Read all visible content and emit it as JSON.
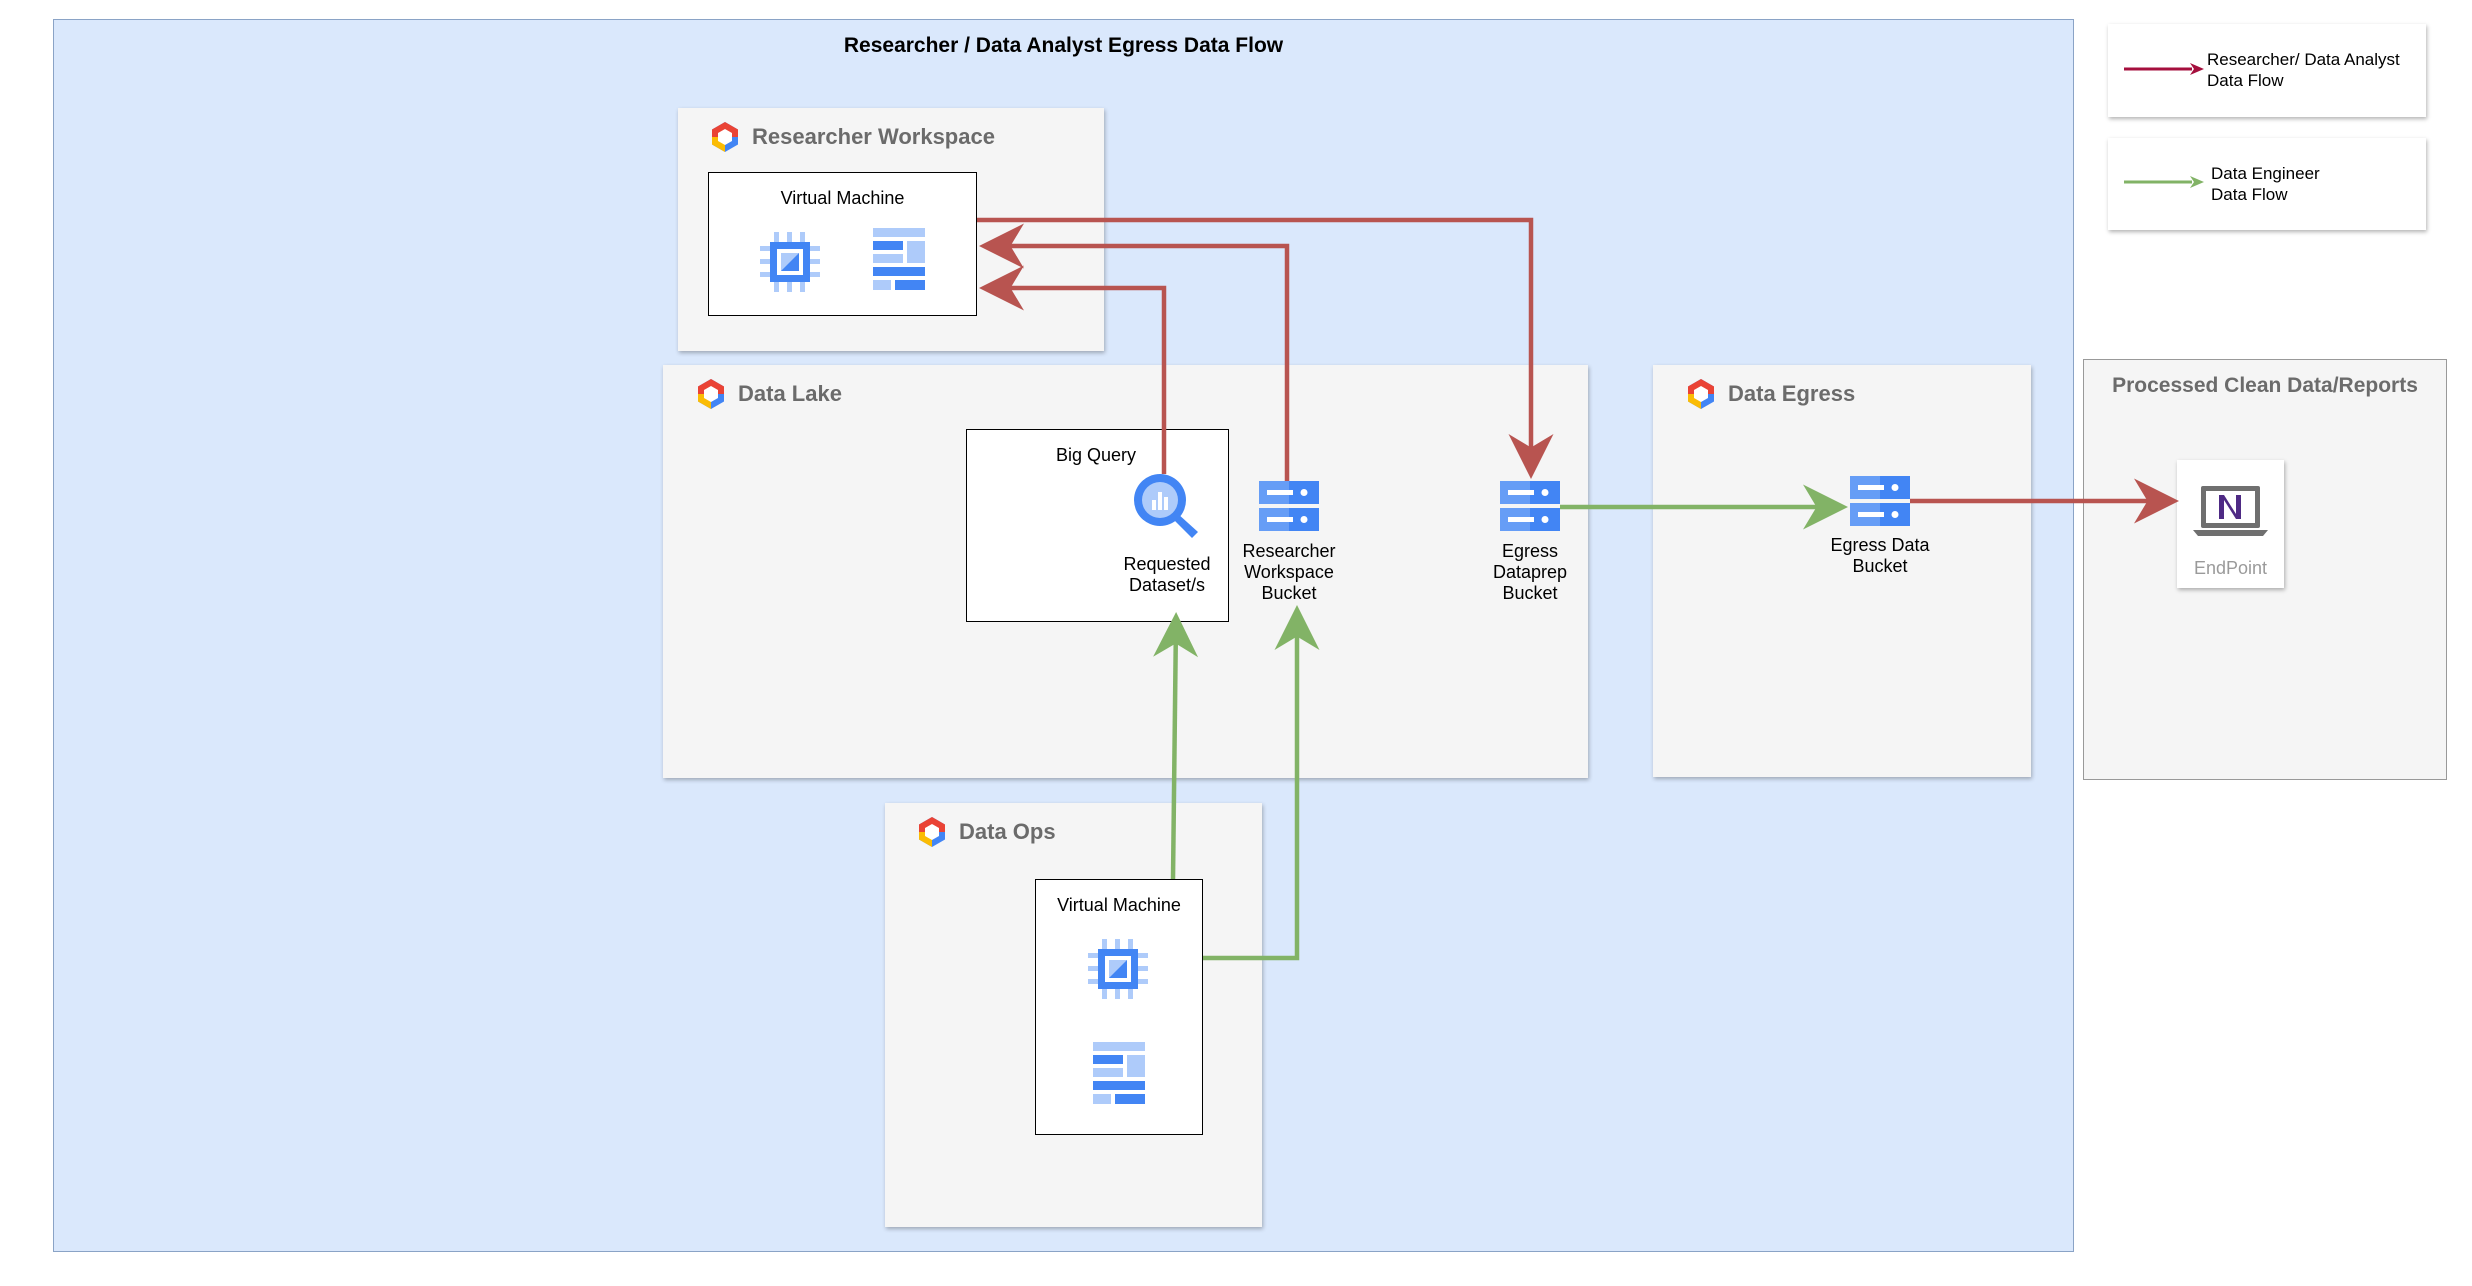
{
  "diagram": {
    "title": "Researcher / Data Analyst Egress Data Flow"
  },
  "panels": {
    "researcher_workspace": {
      "title": "Researcher Workspace",
      "vm_label": "Virtual Machine"
    },
    "data_lake": {
      "title": "Data Lake",
      "bigquery_label": "Big Query",
      "requested_datasets_label": [
        "Requested",
        "Dataset/s"
      ],
      "researcher_bucket_label": [
        "Researcher",
        "Workspace",
        "Bucket"
      ],
      "egress_dataprep_label": [
        "Egress",
        "Dataprep",
        "Bucket"
      ]
    },
    "data_egress": {
      "title": "Data Egress",
      "egress_bucket_label": [
        "Egress Data",
        "Bucket"
      ]
    },
    "data_ops": {
      "title": "Data Ops",
      "vm_label": "Virtual Machine"
    },
    "processed": {
      "title": "Processed Clean Data/Reports",
      "endpoint_label": "EndPoint"
    }
  },
  "legend": {
    "researcher_flow": [
      "Researcher/ Data Analyst",
      "Data Flow"
    ],
    "engineer_flow": [
      "Data Engineer",
      "Data Flow"
    ]
  },
  "colors": {
    "researcher_arrow": "#b85450",
    "legend_researcher_arrow": "#a50f3d",
    "engineer_arrow": "#82b366",
    "region_fill": "#dae8fc",
    "panel_fill": "#f5f5f5",
    "gcp_icon_blue": "#4285f4",
    "gcp_icon_light": "#aecbfa"
  },
  "icons": {
    "compute_engine": "compute-engine-icon",
    "dataprep": "dataprep-icon",
    "bigquery": "bigquery-icon",
    "storage_bucket": "storage-bucket-icon",
    "gcp_project": "gcp-hex-icon",
    "endpoint": "laptop-icon"
  }
}
